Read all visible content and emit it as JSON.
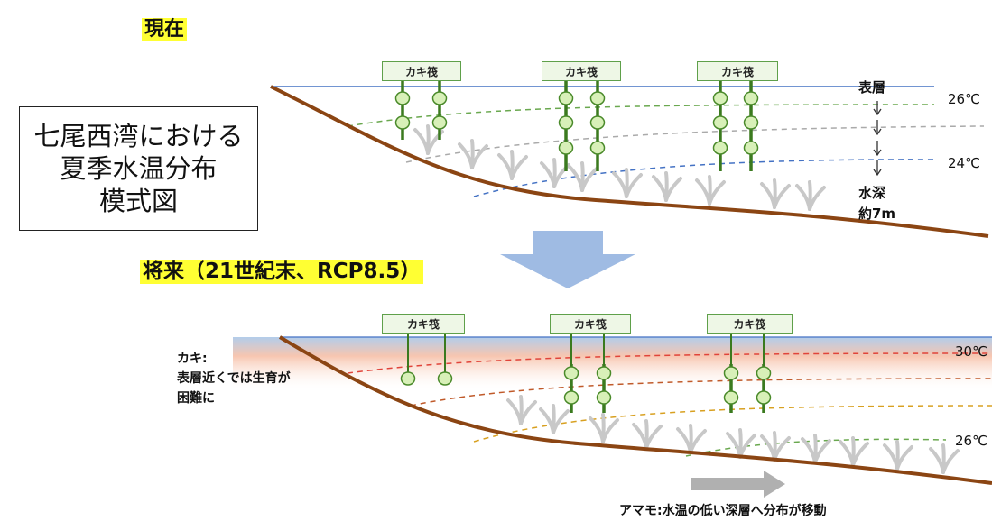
{
  "diagram": {
    "present_label": "現在",
    "future_label": "将来（21世紀末、RCP8.5）",
    "title_lines": [
      "七尾西湾における",
      "夏季水温分布",
      "模式図"
    ],
    "raft_label": "カキ筏",
    "present": {
      "surface_label": "表層",
      "depth_label": "水深",
      "depth_value": "約7m",
      "temp_high": "26℃",
      "temp_low": "24℃"
    },
    "future": {
      "oyster_note": [
        "カキ:",
        "表層近くでは生育が",
        "困難に"
      ],
      "temp_high": "30℃",
      "temp_low": "26℃",
      "eelgrass_note": "アマモ:水温の低い深層へ分布が移動"
    },
    "colors": {
      "highlight": "#ffff33",
      "seabed": "#8b4513",
      "sea_surface": "#4472c4",
      "arrow": "#9fbbe3",
      "raft_border": "#5fa04a"
    }
  }
}
